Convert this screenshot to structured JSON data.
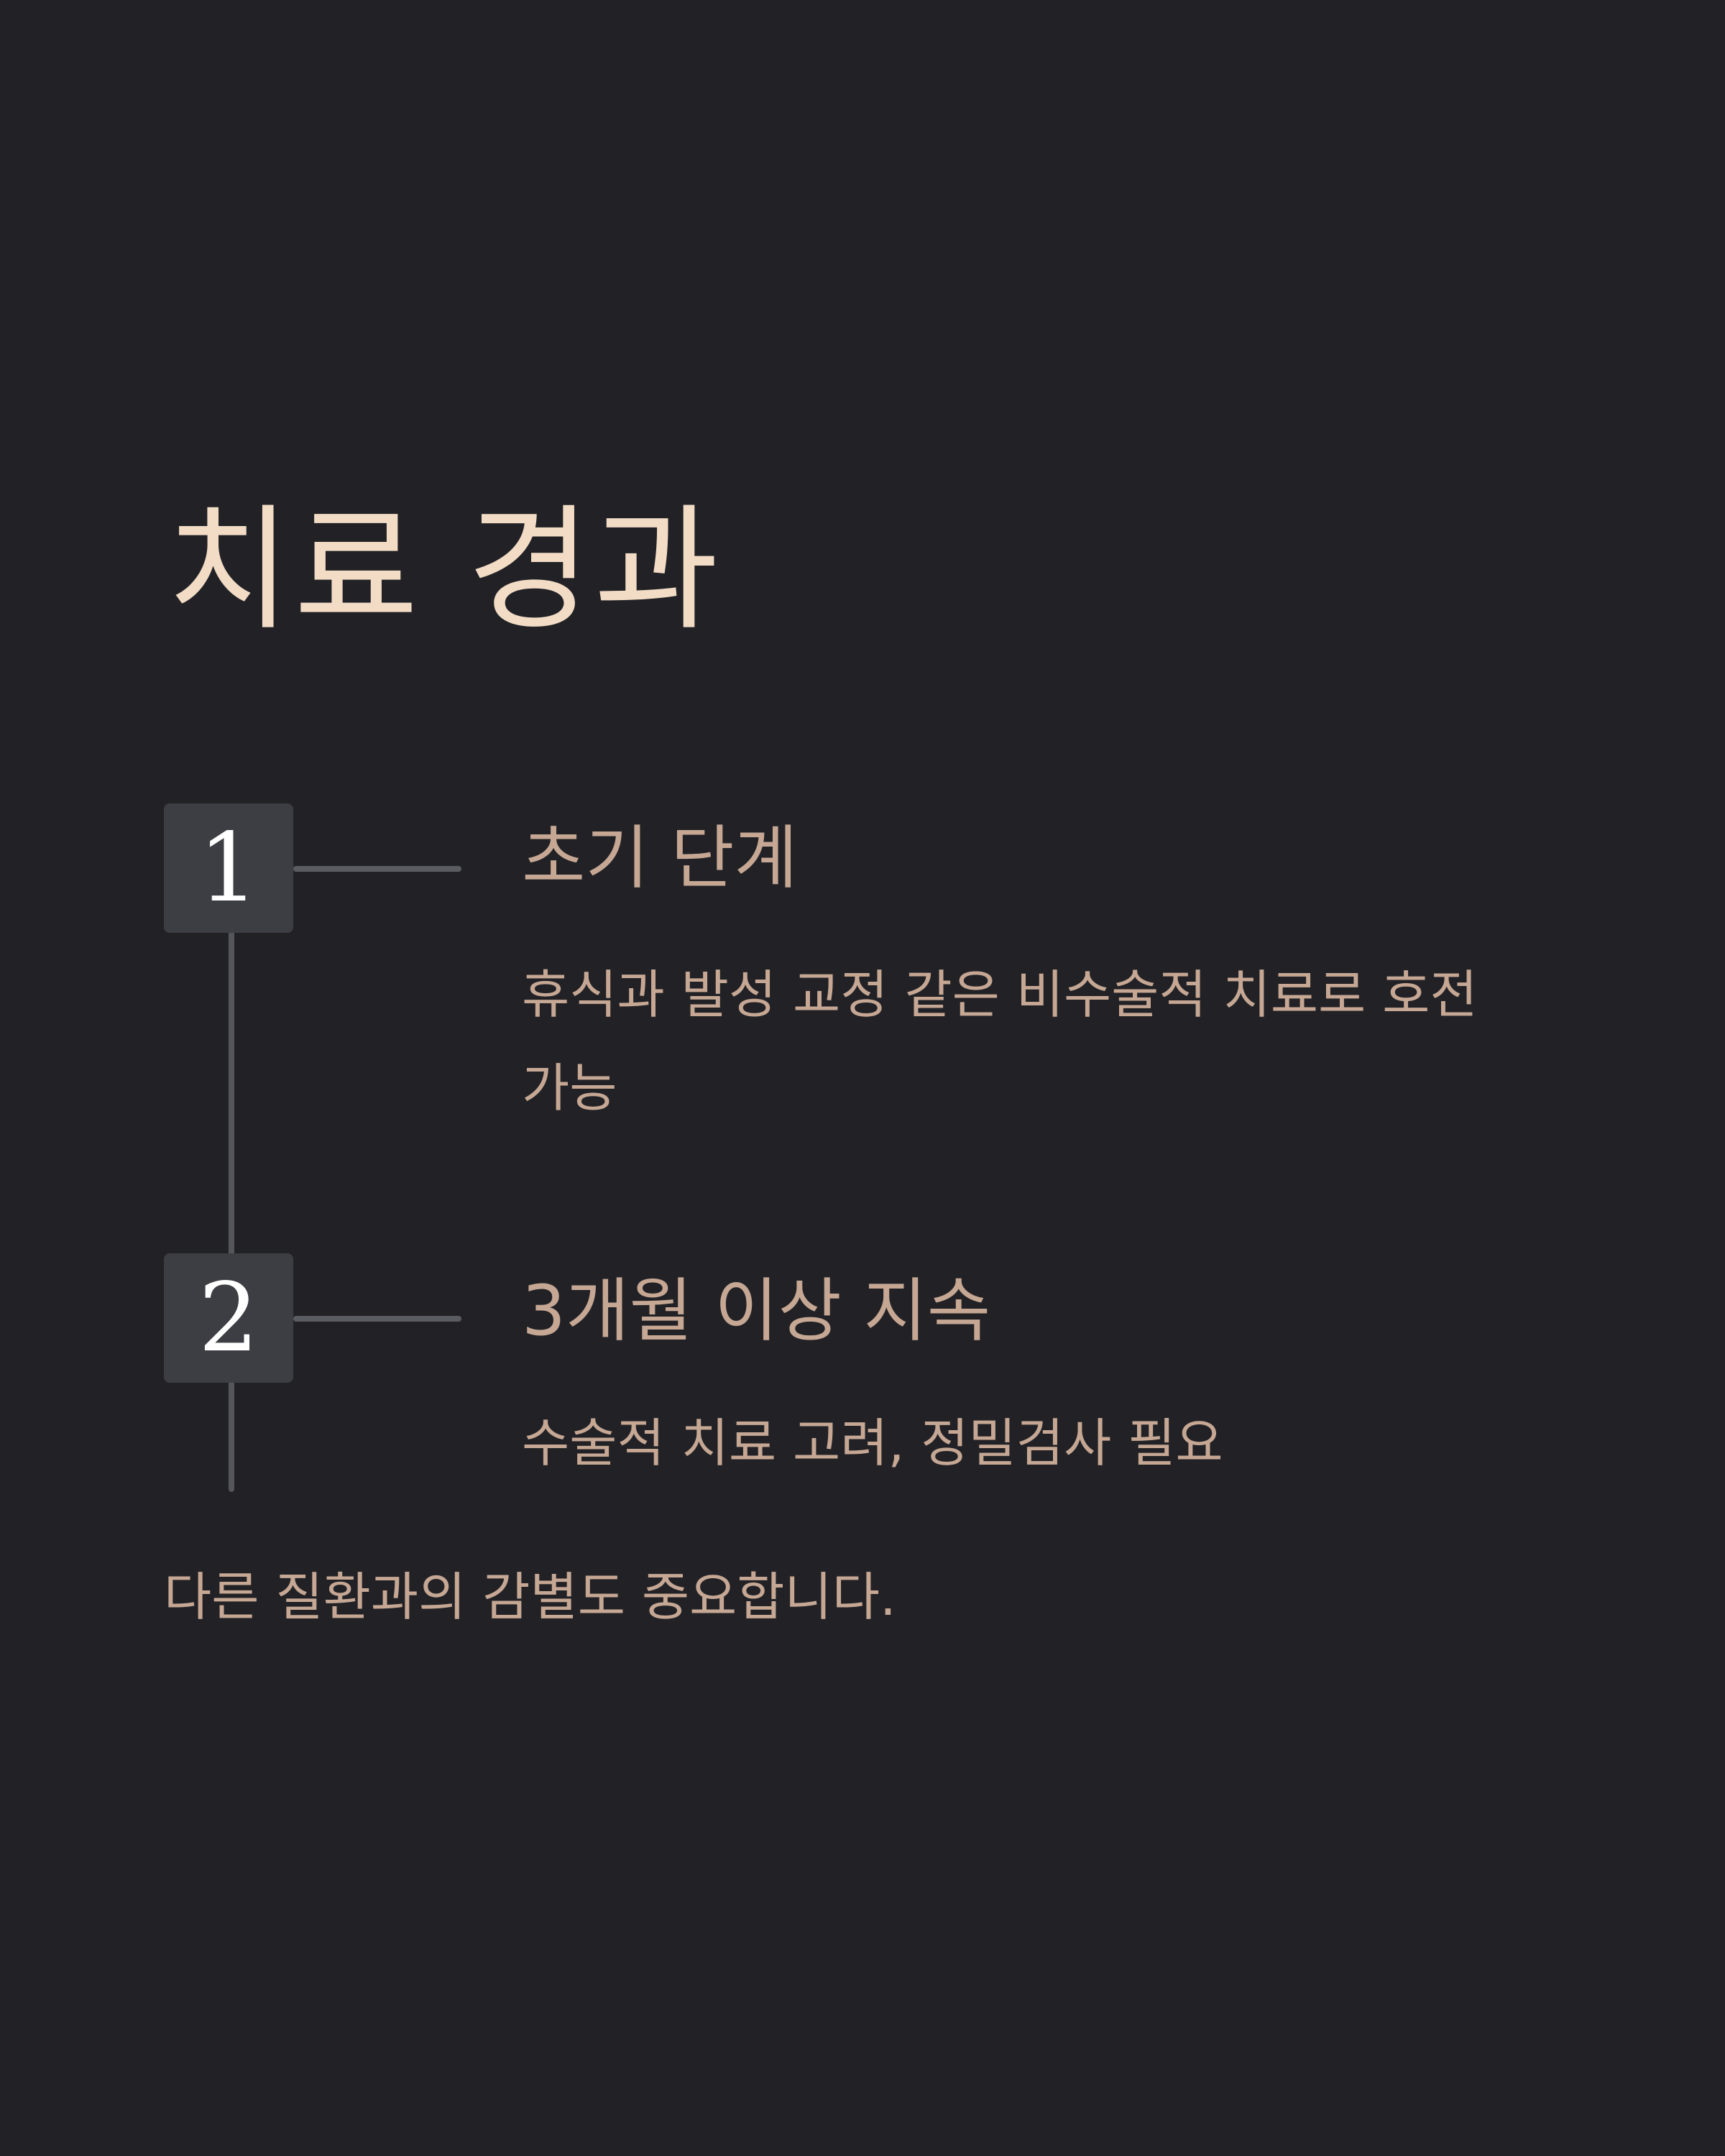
{
  "title": "치료 경과",
  "steps": [
    {
      "number": "1",
      "title": "초기 단계",
      "description": "휴식과 발성 교정 같은 비수술적 치료로 호전 가능"
    },
    {
      "number": "2",
      "title": "3개월 이상 지속",
      "description": "수술적 치료 고려, 정밀검사 필요"
    }
  ],
  "footer_note": "다른 질환과의 감별도 중요합니다.",
  "colors": {
    "background": "#222226",
    "title": "#f2dcc6",
    "body_text": "#c5a794",
    "number_box": "#3d3e43",
    "line": "#55565b"
  }
}
